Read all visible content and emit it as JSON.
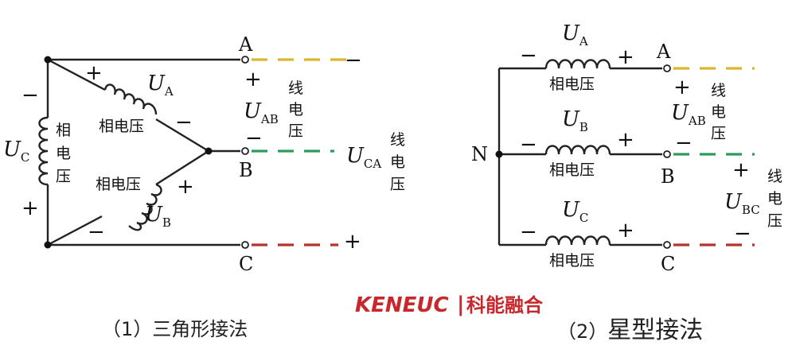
{
  "colors": {
    "line_a": "#d9b62a",
    "line_b": "#2e9a5e",
    "line_c": "#b8322e",
    "logo": "#c8272c",
    "wire": "#222222"
  },
  "delta": {
    "caption": "（1）三角形接法",
    "coil_a": {
      "u": "U",
      "sub": "A",
      "label": "相电压"
    },
    "coil_b": {
      "u": "U",
      "sub": "B",
      "label": "相电压"
    },
    "coil_c": {
      "u": "U",
      "sub": "C",
      "label": [
        "相",
        "电",
        "压"
      ]
    },
    "terminals": [
      "A",
      "B",
      "C"
    ],
    "u_ab": {
      "u": "U",
      "sub": "AB"
    },
    "u_ca": {
      "u": "U",
      "sub": "CA"
    },
    "line_voltage_ab": [
      "线",
      "电",
      "压"
    ],
    "line_voltage_ca": [
      "线",
      "电",
      "压"
    ],
    "signs": {
      "plus": "+",
      "minus": "−"
    }
  },
  "star": {
    "caption_prefix": "（2）",
    "caption_text": "星型接法",
    "neutral": "N",
    "coil_a": {
      "u": "U",
      "sub": "A",
      "label": "相电压"
    },
    "coil_b": {
      "u": "U",
      "sub": "B",
      "label": "相电压"
    },
    "coil_c": {
      "u": "U",
      "sub": "C",
      "label": "相电压"
    },
    "terminals": [
      "A",
      "B",
      "C"
    ],
    "u_ab": {
      "u": "U",
      "sub": "AB"
    },
    "u_bc": {
      "u": "U",
      "sub": "BC"
    },
    "line_voltage_ab": [
      "线",
      "电",
      "压"
    ],
    "line_voltage_bc": [
      "线",
      "电",
      "压"
    ]
  },
  "logo": {
    "brand": "KENEUC",
    "separator": "|",
    "chinese": "科能融合"
  }
}
